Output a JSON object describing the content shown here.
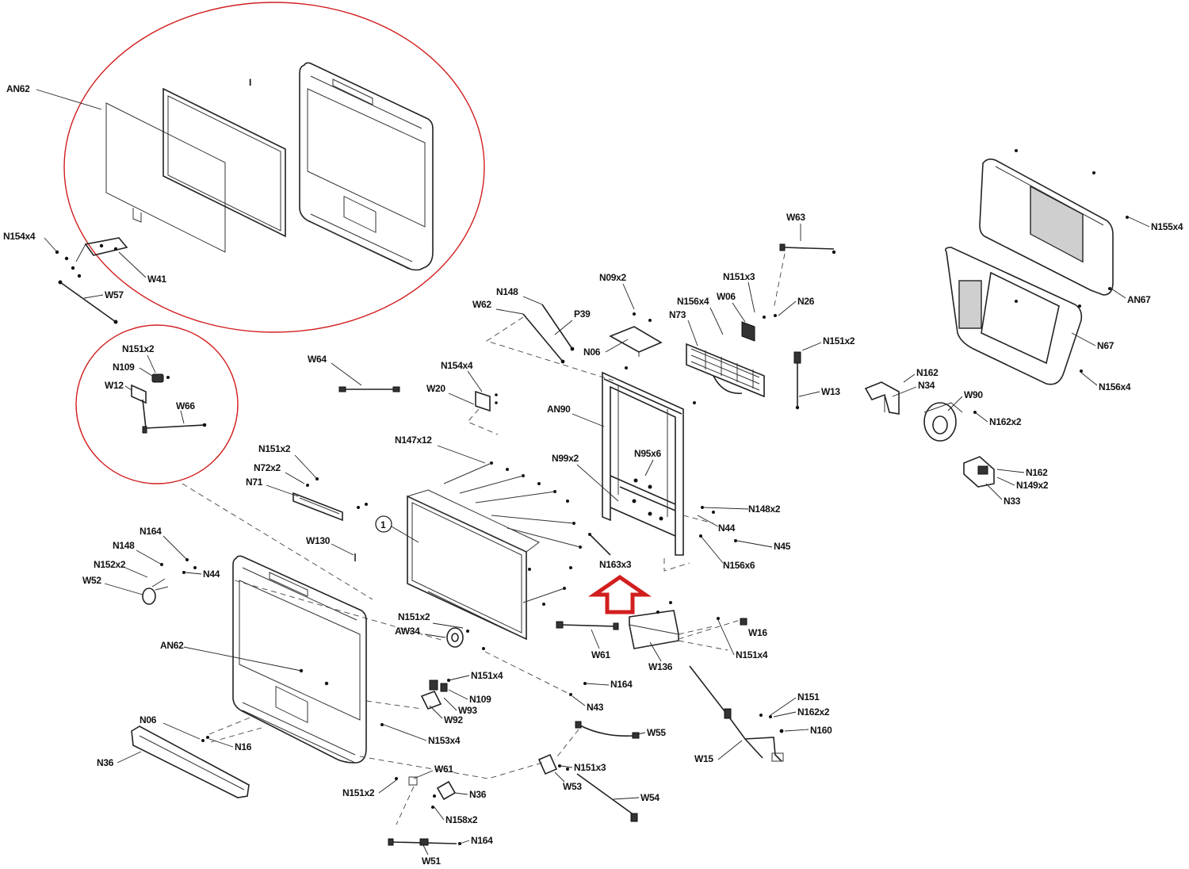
{
  "colors": {
    "callout": "#d21e1e",
    "line": "#222222",
    "background": "#ffffff"
  },
  "diagram": {
    "callout_number": "1",
    "labels": {
      "an62_top": "AN62",
      "n154x4_top": "N154x4",
      "w41": "W41",
      "w57": "W57",
      "n151x2_a": "N151x2",
      "n109_a": "N109",
      "w12": "W12",
      "w66": "W66",
      "w64": "W64",
      "n154x4_mid": "N154x4",
      "w20": "W20",
      "n147x12": "N147x12",
      "n148_top": "N148",
      "w62": "W62",
      "p39": "P39",
      "n09x2": "N09x2",
      "n06_top": "N06",
      "n156x4_a": "N156x4",
      "n73": "N73",
      "w06": "W06",
      "n151x3_top": "N151x3",
      "n26": "N26",
      "w63_top": "W63",
      "n151x2_b": "N151x2",
      "w13": "W13",
      "n155x4": "N155x4",
      "an67": "AN67",
      "n67": "N67",
      "n156x4_b": "N156x4",
      "n162_a": "N162",
      "n34": "N34",
      "w90": "W90",
      "n162x2_a": "N162x2",
      "n162_b": "N162",
      "n149x2": "N149x2",
      "n33": "N33",
      "an90": "AN90",
      "n99x2": "N99x2",
      "n95x6": "N95x6",
      "n148x2": "N148x2",
      "n44_r": "N44",
      "n45": "N45",
      "n156x6": "N156x6",
      "n163x3": "N163x3",
      "n151x2_c": "N151x2",
      "n72x2": "N72x2",
      "n71": "N71",
      "w130": "W130",
      "n164_a": "N164",
      "n148_l": "N148",
      "n152x2": "N152x2",
      "w52": "W52",
      "n44_l": "N44",
      "an62_bottom": "AN62",
      "n151x2_d": "N151x2",
      "aw34": "AW34",
      "w61_mid": "W61",
      "w136": "W136",
      "w16": "W16",
      "n151x4_a": "N151x4",
      "n151x4_b": "N151x4",
      "n109_b": "N109",
      "w93": "W93",
      "w92": "W92",
      "n164_b": "N164",
      "n43": "N43",
      "n06_bottom": "N06",
      "n16": "N16",
      "n36_l": "N36",
      "n153x4": "N153x4",
      "w55": "W55",
      "n151": "N151",
      "n162x2_b": "N162x2",
      "n160": "N160",
      "w15": "W15",
      "w61_b": "W61",
      "n151x2_e": "N151x2",
      "n36_b": "N36",
      "n158x2": "N158x2",
      "n151x3_b": "N151x3",
      "w53": "W53",
      "w54": "W54",
      "n164_c": "N164",
      "w51": "W51"
    }
  }
}
